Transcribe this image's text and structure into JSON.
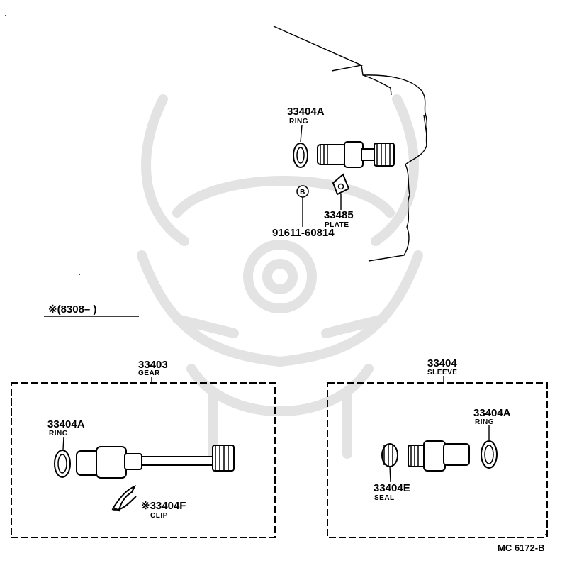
{
  "diagram": {
    "top_assembly": {
      "ring_part_no": "33404A",
      "ring_name": "RING",
      "plate_part_no": "33485",
      "plate_name": "PLATE",
      "bolt_part_no": "91611-60814",
      "bolt_marker": "B"
    },
    "date_note": "※(8308–        )",
    "gear_kit": {
      "part_no": "33403",
      "name": "GEAR",
      "ring_part_no": "33404A",
      "ring_name": "RING",
      "clip_part_no": "※33404F",
      "clip_name": "CLIP"
    },
    "sleeve_kit": {
      "part_no": "33404",
      "name": "SLEEVE",
      "ring_part_no": "33404A",
      "ring_name": "RING",
      "seal_part_no": "33404E",
      "seal_name": "SEAL"
    },
    "diagram_code": "MC 6172-B"
  }
}
